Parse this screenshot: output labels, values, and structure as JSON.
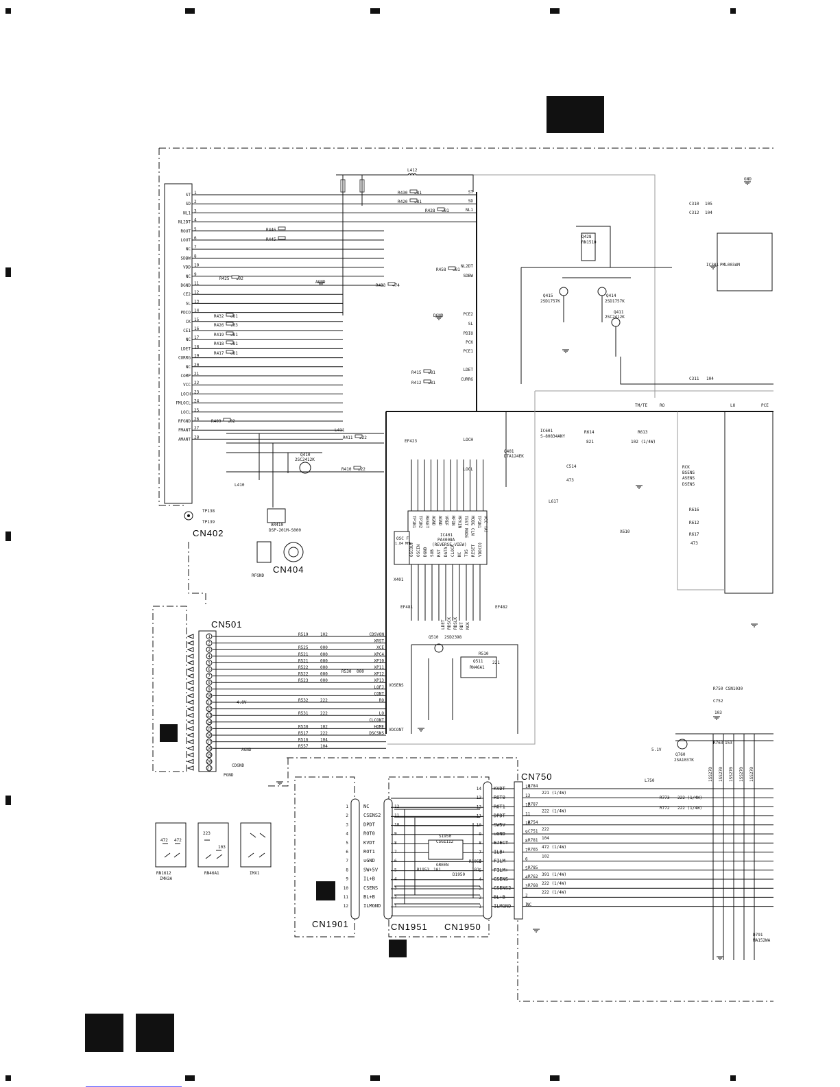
{
  "connectors": {
    "cn402": "CN402",
    "cn404": "CN404",
    "cn501": "CN501",
    "cn750": "CN750",
    "cn1901": "CN1901",
    "cn1951": "CN1951",
    "cn1950": "CN1950"
  },
  "cn402_pins": [
    {
      "n": "1",
      "name": "ST"
    },
    {
      "n": "2",
      "name": "SD"
    },
    {
      "n": "3",
      "name": "NL1"
    },
    {
      "n": "4",
      "name": "NL2DT"
    },
    {
      "n": "5",
      "name": "ROUT"
    },
    {
      "n": "6",
      "name": "LOUT"
    },
    {
      "n": "7",
      "name": "NC"
    },
    {
      "n": "8",
      "name": "SDBW"
    },
    {
      "n": "10",
      "name": "VDD"
    },
    {
      "n": "9",
      "name": "NC"
    },
    {
      "n": "11",
      "name": "DGND"
    },
    {
      "n": "12",
      "name": "CE2"
    },
    {
      "n": "13",
      "name": "SL"
    },
    {
      "n": "14",
      "name": "PDIO"
    },
    {
      "n": "15",
      "name": "CK"
    },
    {
      "n": "16",
      "name": "CE1"
    },
    {
      "n": "17",
      "name": "NC"
    },
    {
      "n": "18",
      "name": "LDET"
    },
    {
      "n": "19",
      "name": "CURRG"
    },
    {
      "n": "20",
      "name": "NC"
    },
    {
      "n": "21",
      "name": "COMP"
    },
    {
      "n": "22",
      "name": "VCC"
    },
    {
      "n": "23",
      "name": "LOCH"
    },
    {
      "n": "24",
      "name": "FMLOCL"
    },
    {
      "n": "25",
      "name": "LOCL"
    },
    {
      "n": "26",
      "name": "RFGND"
    },
    {
      "n": "27",
      "name": "FMANT"
    },
    {
      "n": "28",
      "name": "AMANT"
    }
  ],
  "right_bus_labels": [
    "ST",
    "SD",
    "NL1",
    "NL2DT",
    "SDBW",
    "PCE2",
    "SL",
    "PDIO",
    "PCK",
    "PCE1",
    "LDET",
    "CURRG",
    "LOCH",
    "LOCL"
  ],
  "resistors_top": [
    {
      "ref": "R430",
      "val": "681"
    },
    {
      "ref": "R420",
      "val": "681"
    },
    {
      "ref": "R428",
      "val": "681"
    },
    {
      "ref": "R446",
      "val": ""
    },
    {
      "ref": "R445",
      "val": ""
    },
    {
      "ref": "R425",
      "val": "102"
    },
    {
      "ref": "R433",
      "val": "474"
    },
    {
      "ref": "R458",
      "val": "681"
    },
    {
      "ref": "R432",
      "val": "681"
    },
    {
      "ref": "R426",
      "val": "103"
    },
    {
      "ref": "R419",
      "val": "681"
    },
    {
      "ref": "R418",
      "val": "681"
    },
    {
      "ref": "R417",
      "val": "681"
    },
    {
      "ref": "R409",
      "val": "102"
    },
    {
      "ref": "R411",
      "val": "222"
    },
    {
      "ref": "R410",
      "val": "222"
    },
    {
      "ref": "R415",
      "val": "681"
    },
    {
      "ref": "R412",
      "val": "681"
    }
  ],
  "parts_top": {
    "l412": "L412",
    "l411": "L411",
    "l410": "L410",
    "ar410": "AR410",
    "ar410_part": "DSP-201M-S000",
    "tp138": "TP138",
    "tp139": "TP139",
    "q410": "Q410",
    "q410_part": "2SC2412K",
    "ic401": "IC401",
    "ic401_part": "PA4008A",
    "ic401_note": "(REVERSE VIEW)",
    "x401": "X401",
    "osc": "OSC F",
    "osc_freq": "1.84 MHz",
    "q401": "Q401",
    "q401_part": "DTA124EK",
    "rfgnd": "RFGND",
    "agnd": "AGND",
    "dgnd": "DGND",
    "gnd": "GND",
    "ef423": "EF423",
    "ef481": "EF481",
    "ef482": "EF482"
  },
  "ic401_pins_top": [
    "TP1N1",
    "TP1N2",
    "RESET",
    "AGND",
    "AGND",
    "VREF",
    "RFIN",
    "MPXIN",
    "TEST MODE",
    "MODE CLN",
    "TP1N1",
    "VCC (A)"
  ],
  "ic401_pins_bottom": [
    "OSCOUT",
    "OSCIN",
    "DGND",
    "SUB",
    "RST",
    "DATA",
    "CLOCK",
    "NC",
    "TOS",
    "RESET",
    "VDD(D)"
  ],
  "bottom_labels_ic": [
    "LDET",
    "RDSCK",
    "RDSLK",
    "RDT",
    "NCK"
  ],
  "right_block": {
    "ic301": "IC301",
    "ic301_part": "PML003AM",
    "q415": "Q415",
    "q415_part": "2SD1757K",
    "q414": "Q414",
    "q414_part": "2SD1757K",
    "q411": "Q411",
    "q411_part": "2SC2412K",
    "q428": "Q428",
    "q428_part": "RN1510",
    "ic601": "IC601",
    "ic601_part": "S-80834ANY",
    "x610": "X610",
    "c311": "C311",
    "c311_val": "104",
    "c310": "C310",
    "c310_val": "105",
    "c312": "C312",
    "c312_val": "104",
    "r614": "R614",
    "r614_val": "821",
    "r613": "R613",
    "r613_val": "102 (1/4W)",
    "c514": "C514",
    "c514_val": "473",
    "l617": "L617",
    "r616": "R616",
    "r612": "R612",
    "r617": "R617",
    "r617_val": "473",
    "bus": [
      "TM/TE",
      "RO",
      "LO",
      "PCE"
    ],
    "sens": [
      "RCK",
      "BSENS",
      "ASENS",
      "DSENS"
    ]
  },
  "cn501_pins": [
    {
      "n": "1",
      "res": "R519",
      "val": "102",
      "sig": "CDSVON"
    },
    {
      "n": "2",
      "res": "",
      "val": "",
      "sig": "XRST"
    },
    {
      "n": "3",
      "res": "R525",
      "val": "000",
      "sig": "XCE"
    },
    {
      "n": "4",
      "res": "R521",
      "val": "000",
      "sig": "XPC4"
    },
    {
      "n": "5",
      "res": "R521",
      "val": "000",
      "sig": "XP10"
    },
    {
      "n": "6",
      "res": "R522",
      "val": "000",
      "sig": "XP11"
    },
    {
      "n": "7",
      "res": "R522",
      "val": "000",
      "sig": "XP12"
    },
    {
      "n": "8",
      "res": "R523",
      "val": "000",
      "sig": "XP13"
    },
    {
      "n": "9",
      "res": "",
      "val": "",
      "sig": "LOFJ"
    },
    {
      "n": "10",
      "res": "",
      "val": "",
      "sig": "CONT"
    },
    {
      "n": "11",
      "res": "R532",
      "val": "222",
      "sig": "RO"
    },
    {
      "n": "12",
      "res": "",
      "val": "",
      "sig": ""
    },
    {
      "n": "13",
      "res": "R531",
      "val": "222",
      "sig": "LO"
    },
    {
      "n": "14",
      "res": "",
      "val": "",
      "sig": "CLCONT"
    },
    {
      "n": "15",
      "res": "R530",
      "val": "102",
      "sig": "HOME"
    },
    {
      "n": "16",
      "res": "R517",
      "val": "222",
      "sig": "DSCSNS"
    },
    {
      "n": "17",
      "res": "R516",
      "val": "104",
      "sig": ""
    },
    {
      "n": "18",
      "res": "R557",
      "val": "104",
      "sig": ""
    },
    {
      "n": "19",
      "res": "",
      "val": "",
      "sig": ""
    },
    {
      "n": "20",
      "res": "",
      "val": "",
      "sig": ""
    },
    {
      "n": "21",
      "res": "",
      "val": "",
      "sig": ""
    }
  ],
  "cn501_extra": {
    "r530b": "R530",
    "r530b_val": "000",
    "q510": "Q510",
    "q510_part": "2SD2398",
    "q511": "Q511",
    "q511_part": "RN46A1",
    "r510": "R510",
    "r510_val": "221",
    "vosens": "VOSENS",
    "vdcont": "VDCONT",
    "v4": "4.8V",
    "agnd": "AGND",
    "cdgnd": "CDGND",
    "pgnd": "PGND"
  },
  "cn750_pins": [
    {
      "n": "14",
      "sig": "KVDT",
      "res": "R784",
      "val": "221 (1/4W)"
    },
    {
      "n": "13",
      "sig": "ROT0",
      "res": "",
      "val": ""
    },
    {
      "n": "12",
      "sig": "ROT1",
      "res": "R787",
      "val": "222 (1/4W)"
    },
    {
      "n": "11",
      "sig": "DPDT",
      "res": "",
      "val": ""
    },
    {
      "n": "10",
      "sig": "SW5V",
      "res": "R754",
      "val": "222"
    },
    {
      "n": "9",
      "sig": "uGND",
      "res": "C751",
      "val": "104"
    },
    {
      "n": "8",
      "sig": "EJECT",
      "res": "R781",
      "val": "472 (1/4W)"
    },
    {
      "n": "7",
      "sig": "ILB+",
      "res": "R765",
      "val": "102"
    },
    {
      "n": "6",
      "sig": "FILM-",
      "res": "",
      "val": ""
    },
    {
      "n": "5",
      "sig": "FILM+",
      "res": "R785",
      "val": "391 (1/4W)"
    },
    {
      "n": "4",
      "sig": "CSENS",
      "res": "R762",
      "val": "222 (1/4W)"
    },
    {
      "n": "3",
      "sig": "CSENS2",
      "res": "R768",
      "val": "222 (1/4W)"
    },
    {
      "n": "2",
      "sig": "BL+B",
      "res": "",
      "val": ""
    },
    {
      "n": "1",
      "sig": "ILMGND",
      "res": "",
      "val": ""
    }
  ],
  "cn750_extra": {
    "q760": "Q760",
    "q760_part": "2SA1037K",
    "v51": "5.1V",
    "r773": "R773",
    "r772": "R772",
    "r773_val": "222 (1/4W)",
    "r772_val": "222 (1/4W)",
    "l750": "L750",
    "r750": "R750",
    "cn1030": "CSN1030",
    "c752": "C752",
    "c752_val": "103",
    "r763": "R763",
    "r763_val": "153",
    "diodes": [
      "1SS270",
      "1SS270",
      "1SS270",
      "1SS270",
      "1SS270"
    ],
    "d791": "D791",
    "d791_part": "MA152WA",
    "nc": "NC"
  },
  "cn1901_pins": [
    {
      "n": "1",
      "sig": "NC"
    },
    {
      "n": "2",
      "sig": "CSENS2"
    },
    {
      "n": "3",
      "sig": "DPDT"
    },
    {
      "n": "4",
      "sig": "ROT0"
    },
    {
      "n": "5",
      "sig": "KVDT"
    },
    {
      "n": "6",
      "sig": "ROT1"
    },
    {
      "n": "7",
      "sig": "uGND"
    },
    {
      "n": "8",
      "sig": "SW+5V"
    },
    {
      "n": "9",
      "sig": "IL+B"
    },
    {
      "n": "10",
      "sig": "CSENS"
    },
    {
      "n": "11",
      "sig": "BL+B"
    },
    {
      "n": "12",
      "sig": "ILMGND"
    }
  ],
  "cn1951_pins": [
    "12",
    "11",
    "10",
    "9",
    "8",
    "7",
    "6",
    "5",
    "4",
    "3",
    "2",
    "1"
  ],
  "cn1950_pins": [
    "14",
    "13",
    "12",
    "11",
    "10",
    "9",
    "8",
    "7",
    "6",
    "5",
    "4",
    "3",
    "2",
    "1"
  ],
  "switch_block": {
    "s1950": "S1950",
    "s1950_part": "CSG1112",
    "green": "GREEN",
    "r1953": "R1953",
    "r1953_val": "101",
    "r1952": "R1952",
    "r1952_val": "101",
    "d1950": "D1950"
  },
  "packages": [
    {
      "name": "RN1612",
      "sub": "IMH3A",
      "r1": "472",
      "r2": "472"
    },
    {
      "name": "RN46A1",
      "sub": "",
      "r1": "223",
      "r2": "103"
    },
    {
      "name": "IMX1",
      "sub": "",
      "r1": "",
      "r2": ""
    }
  ]
}
